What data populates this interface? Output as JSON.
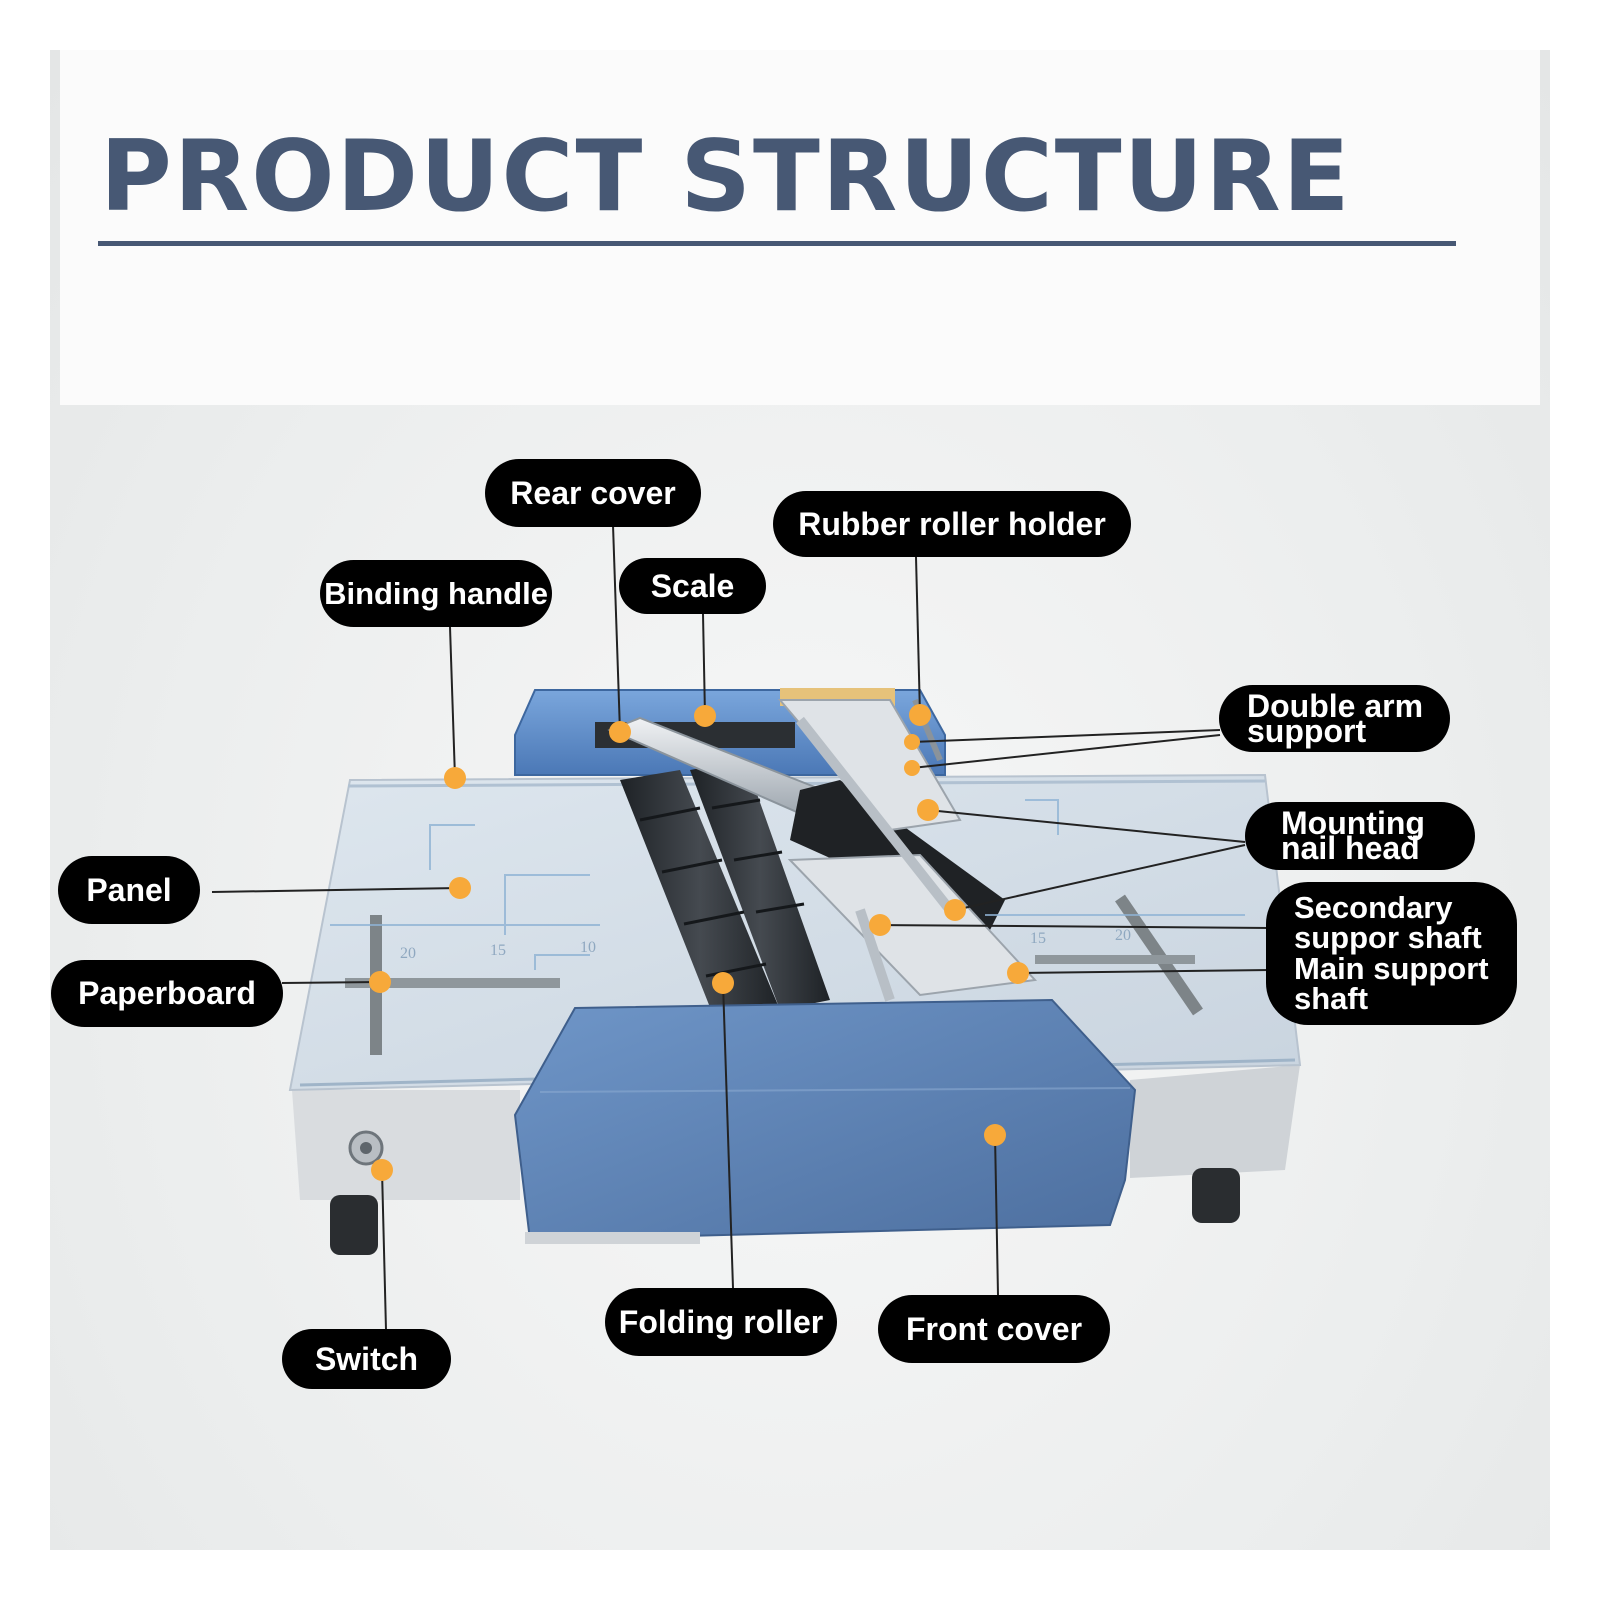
{
  "title": "PRODUCT STRUCTURE",
  "colors": {
    "title": "#475874",
    "label_bg": "#000000",
    "label_text": "#ffffff",
    "marker": "#f7a93a",
    "machine_blue": "#5b86c2",
    "panel": "#cfd9e4",
    "roller": "#2b2f33"
  },
  "labels": {
    "rear_cover": "Rear cover",
    "rubber_roller_holder": "Rubber roller holder",
    "binding_handle": "Binding handle",
    "scale": "Scale",
    "double_arm_support": [
      "Double arm",
      "support"
    ],
    "panel": "Panel",
    "mounting_nail_head": [
      "Mounting",
      "nail head"
    ],
    "secondary_main_support_shaft": [
      "Secondary",
      "suppor shaft",
      "Main support",
      "shaft"
    ],
    "paperboard": "Paperboard",
    "switch": "Switch",
    "folding_roller": "Folding roller",
    "front_cover": "Front cover"
  }
}
